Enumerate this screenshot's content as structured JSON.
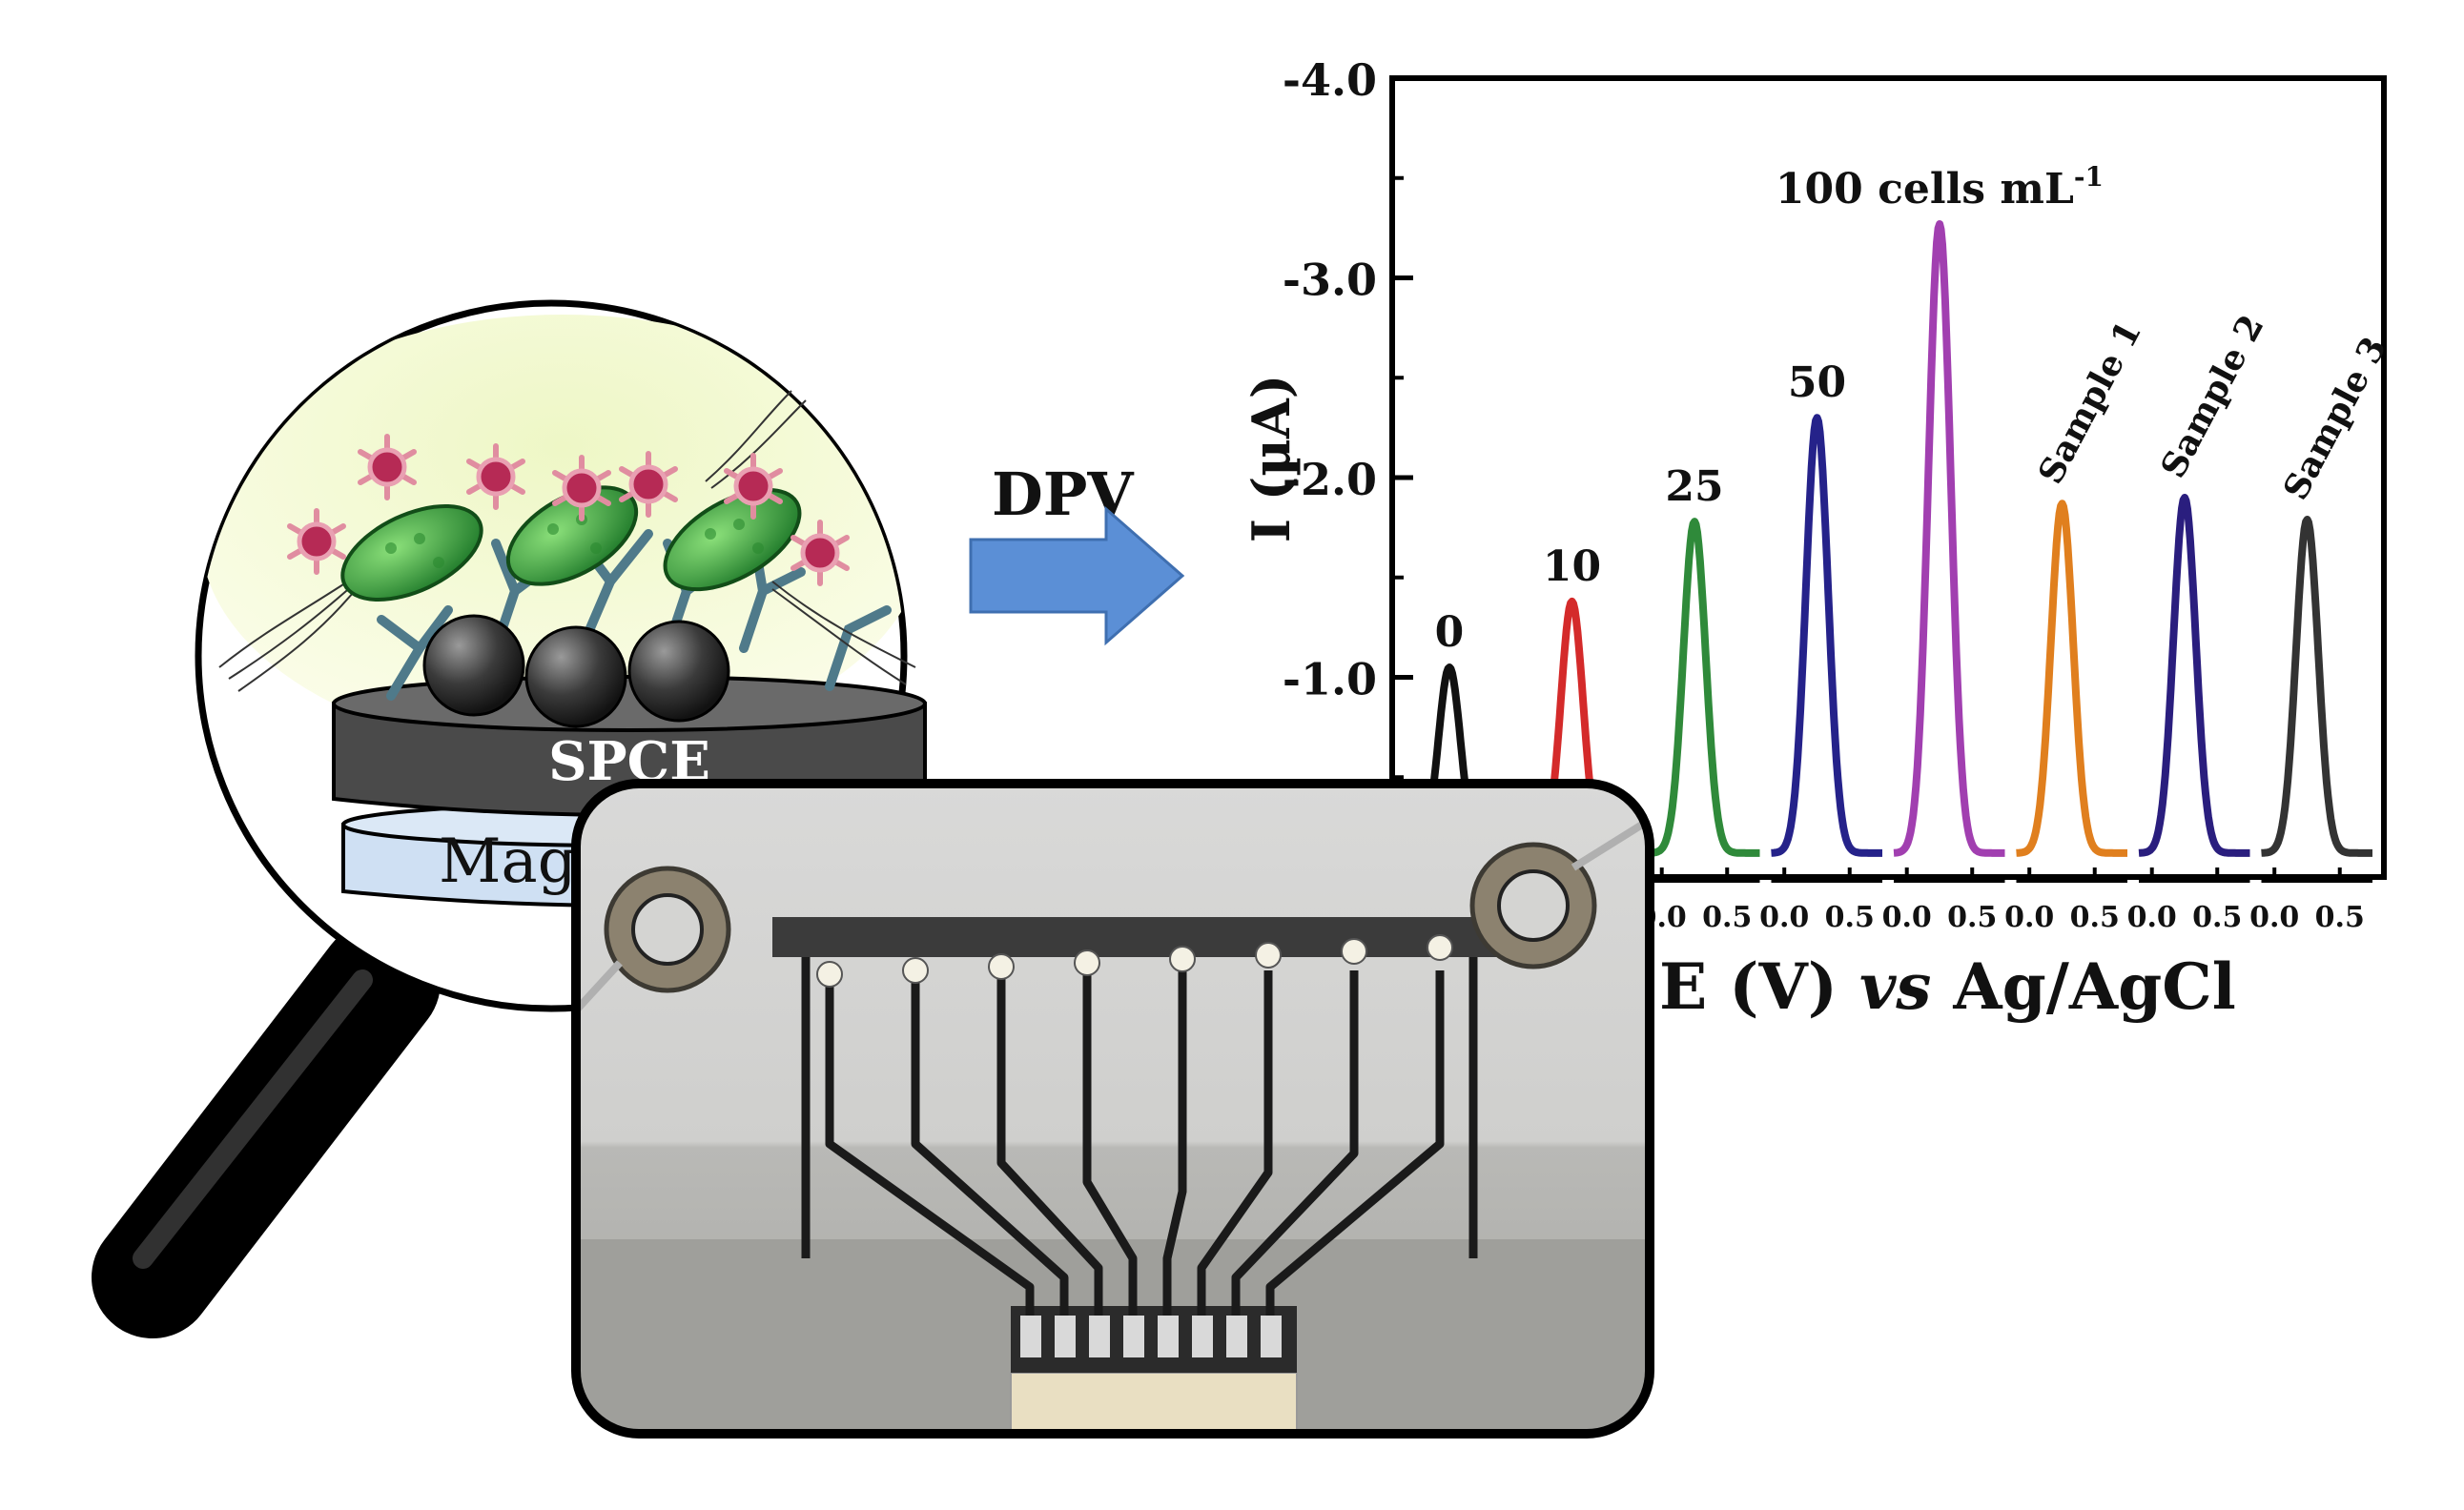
{
  "schematic": {
    "electrode_label": "SPCE",
    "magnet_label": "Mag",
    "arrow_label": "DPV"
  },
  "chart_data": {
    "type": "line",
    "title": "",
    "xlabel_parts": [
      "E (V) ",
      "vs",
      " Ag/AgCl"
    ],
    "ylabel": "I (µA)",
    "ylim": [
      0,
      -4.0
    ],
    "y_ticks": [
      "-4.0",
      "-3.0",
      "-2.0",
      "-1.0"
    ],
    "y_tick_values": [
      -4.0,
      -3.0,
      -2.0,
      -1.0
    ],
    "panel_x_ticks": [
      "0.0",
      "0.5"
    ],
    "panel_x_range": [
      -0.1,
      0.75
    ],
    "series": [
      {
        "name": "0",
        "peak_E": 0.25,
        "peak_I": -1.05,
        "color": "#111111",
        "label_style": "upright"
      },
      {
        "name": "10",
        "peak_E": 0.25,
        "peak_I": -1.38,
        "color": "#d42a2a",
        "label_style": "upright"
      },
      {
        "name": "25",
        "peak_E": 0.25,
        "peak_I": -1.78,
        "color": "#2f8a3a",
        "label_style": "upright"
      },
      {
        "name": "50",
        "peak_E": 0.25,
        "peak_I": -2.3,
        "color": "#25228a",
        "label_style": "upright"
      },
      {
        "name": "100 cells mL",
        "peak_E": 0.25,
        "peak_I": -3.27,
        "color": "#a13fb0",
        "label_style": "upright",
        "superscript": "-1"
      },
      {
        "name": "Sample 1",
        "peak_E": 0.25,
        "peak_I": -1.87,
        "color": "#e07f1e",
        "label_style": "rotated"
      },
      {
        "name": "Sample 2",
        "peak_E": 0.25,
        "peak_I": -1.9,
        "color": "#2a1e7e",
        "label_style": "rotated"
      },
      {
        "name": "Sample 3",
        "peak_E": 0.25,
        "peak_I": -1.79,
        "color": "#333333",
        "label_style": "rotated"
      }
    ]
  }
}
